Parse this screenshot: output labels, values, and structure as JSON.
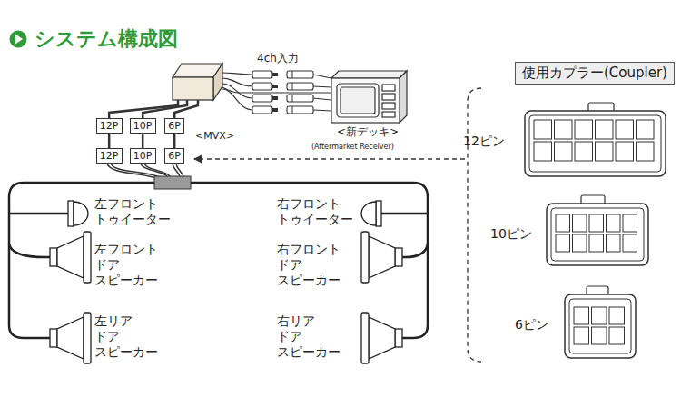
{
  "diagram": {
    "title": "システム構成図",
    "nodes": [
      {
        "text": [
          "<MVX>"
        ]
      },
      {
        "text": [
          "12P"
        ]
      },
      {
        "text": [
          "10P"
        ]
      },
      {
        "text": [
          "6P"
        ]
      },
      {
        "text": [
          "12P"
        ]
      },
      {
        "text": [
          "10P"
        ]
      },
      {
        "text": [
          "6P"
        ]
      },
      {
        "text": [
          "<新デッキ>",
          "(Aftermarket Receiver)"
        ]
      },
      {
        "text": [
          "使用カプラー(Coupler)"
        ]
      }
    ],
    "edges": [
      {
        "from": 7,
        "to": 0,
        "arrow": "none",
        "label": "4ch入力"
      },
      {
        "from": 0,
        "to": 1,
        "arrow": "none"
      },
      {
        "from": 0,
        "to": 2,
        "arrow": "none"
      },
      {
        "from": 0,
        "to": 3,
        "arrow": "none"
      },
      {
        "from": 1,
        "to": 4,
        "arrow": "none"
      },
      {
        "from": 2,
        "to": 5,
        "arrow": "none"
      },
      {
        "from": 3,
        "to": 6,
        "arrow": "none"
      }
    ],
    "labels": [
      "左フロント トゥイーター",
      "左フロント ドア スピーカー",
      "左リア ドア スピーカー",
      "右フロント トゥイーター",
      "右フロント ドア スピーカー",
      "右リア ドア スピーカー",
      "12ピン",
      "10ピン",
      "6ピン"
    ]
  }
}
